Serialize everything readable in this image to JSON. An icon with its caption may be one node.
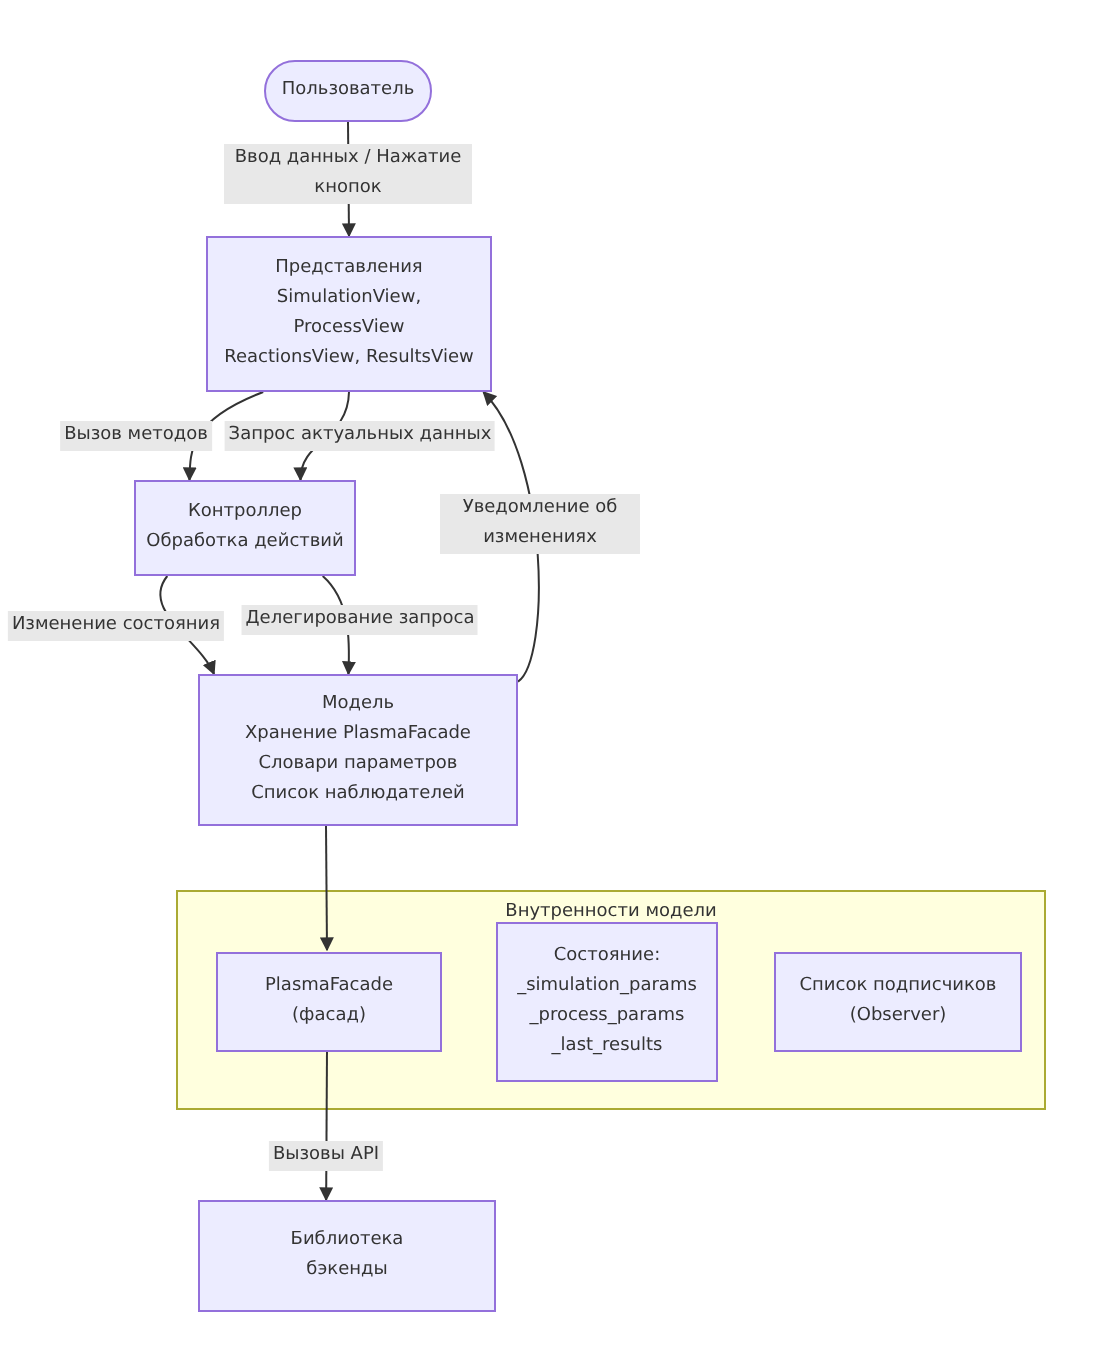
{
  "diagram": {
    "nodes": [
      {
        "text": [
          "Пользователь"
        ]
      },
      {
        "text": [
          "Представления",
          "SimulationView,",
          "ProcessView",
          "ReactionsView, ResultsView"
        ]
      },
      {
        "text": [
          "Контроллер",
          "Обработка действий"
        ]
      },
      {
        "text": [
          "Модель",
          "Хранение PlasmaFacade",
          "Словари параметров",
          "Список наблюдателей"
        ]
      },
      {
        "text": [
          "Внутренности модели"
        ]
      },
      {
        "text": [
          "PlasmaFacade",
          "(фасад)"
        ],
        "in": 4
      },
      {
        "text": [
          "Состояние:",
          "_simulation_params",
          "_process_params",
          "_last_results"
        ],
        "in": 4
      },
      {
        "text": [
          "Список подписчиков",
          "(Observer)"
        ],
        "in": 4
      },
      {
        "text": [
          "Библиотека",
          "бэкенды"
        ]
      }
    ],
    "edges": [
      {
        "from": 0,
        "to": 1,
        "arrow": "to",
        "label": "Ввод данных / Нажатие кнопок"
      },
      {
        "from": 1,
        "to": 2,
        "arrow": "to",
        "label": "Вызов методов"
      },
      {
        "from": 1,
        "to": 2,
        "arrow": "to",
        "label": "Запрос актуальных данных"
      },
      {
        "from": 2,
        "to": 3,
        "arrow": "to",
        "label": "Изменение состояния"
      },
      {
        "from": 2,
        "to": 3,
        "arrow": "to",
        "label": "Делегирование запроса"
      },
      {
        "from": 3,
        "to": 1,
        "arrow": "to",
        "label": "Уведомление об изменениях"
      },
      {
        "from": 3,
        "to": 5,
        "arrow": "to"
      },
      {
        "from": 5,
        "to": 8,
        "arrow": "to",
        "label": "Вызовы API"
      }
    ]
  }
}
